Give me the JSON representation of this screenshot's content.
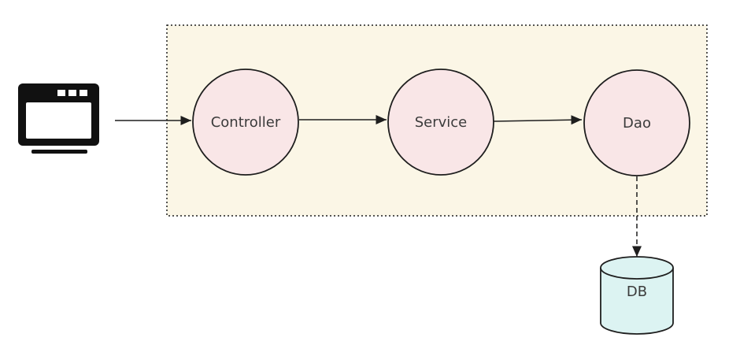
{
  "nodes": {
    "controller": "Controller",
    "service": "Service",
    "dao": "Dao",
    "db": "DB"
  },
  "colors": {
    "container_fill": "#fbf6e6",
    "node_fill": "#f9e6e7",
    "db_fill": "#dcf3f2",
    "stroke": "#1e1e1e"
  },
  "icons": {
    "client": "browser-window-icon"
  }
}
